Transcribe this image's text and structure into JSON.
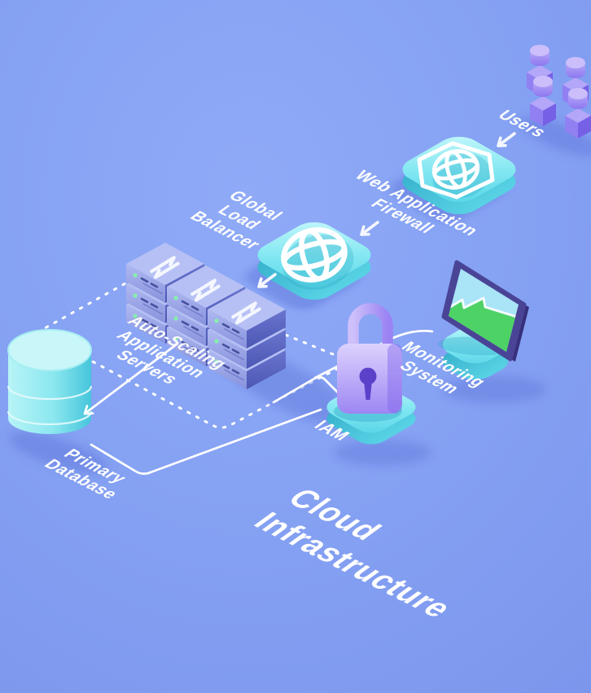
{
  "diagram_title": {
    "line1": "Cloud",
    "line2": "Infrastructure"
  },
  "nodes": {
    "users": {
      "label": "Users",
      "icon": "users-cluster-icon"
    },
    "waf": {
      "label": [
        "Web Application",
        "Firewall"
      ],
      "icon": "shield-globe-icon"
    },
    "load_balancer": {
      "label": [
        "Global",
        "Load",
        "Balancer"
      ],
      "icon": "globe-icon"
    },
    "app_servers": {
      "label": [
        "Auto-Scaling",
        "Application",
        "Servers"
      ],
      "icon": "server-stack-icon",
      "stack_count": 3,
      "servers_per_stack": 3
    },
    "iam": {
      "label": "IAM",
      "icon": "padlock-icon"
    },
    "monitoring": {
      "label": [
        "Monitoring",
        "System"
      ],
      "icon": "chart-screen-icon"
    },
    "database": {
      "label": [
        "Primary",
        "Database"
      ],
      "icon": "database-cylinder-icon"
    }
  },
  "connections": [
    {
      "from": "users",
      "to": "waf",
      "style": "arrow"
    },
    {
      "from": "waf",
      "to": "load_balancer",
      "style": "arrow"
    },
    {
      "from": "load_balancer",
      "to": "app_servers",
      "style": "arrow"
    },
    {
      "from": "app_servers",
      "to": "database",
      "style": "arrow"
    },
    {
      "from": "app_servers",
      "to": "iam",
      "style": "dashed-line"
    },
    {
      "from": "app_servers",
      "to": "monitoring",
      "style": "line"
    },
    {
      "from": "database",
      "to": "iam",
      "style": "line"
    }
  ],
  "colors": {
    "background": "#8CA4F2",
    "tile_teal": "#6FDFEE",
    "tile_side": "#3FBAD4",
    "server_blue": "#6673CB",
    "server_top": "#B6C0F4",
    "users_purple": "#8F7BF0",
    "lock_purple": "#A98FF5",
    "keyhole_purple": "#5B41CA",
    "screen_green": "#4DD266",
    "screen_blue": "#A9E4F7",
    "connector": "#FFFFFF",
    "led_green": "#86EFAC"
  }
}
